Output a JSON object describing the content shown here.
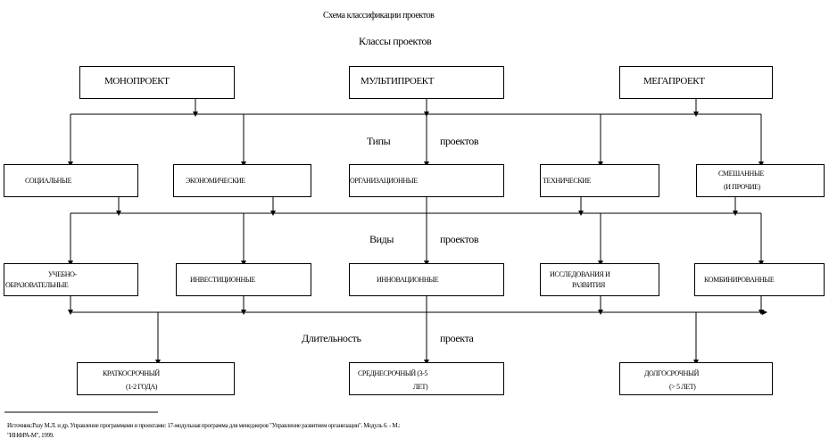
{
  "title": "Схема классификации проектов",
  "sections": {
    "classes_heading": "Классы проектов",
    "types_word1": "Типы",
    "types_word2": "проектов",
    "kinds_word1": "Виды",
    "kinds_word2": "проектов",
    "duration_word1": "Длительность",
    "duration_word2": "проекта"
  },
  "classes": [
    "МОНОПРОЕКТ",
    "МУЛЬТИПРОЕКТ",
    "МЕГАПРОЕКТ"
  ],
  "types": [
    {
      "line1": "СОЦИАЛЬНЫЕ",
      "line2": ""
    },
    {
      "line1": "ЭКОНОМИЧЕСКИЕ",
      "line2": ""
    },
    {
      "line1": "ОРГАНИЗАЦИОННЫЕ",
      "line2": ""
    },
    {
      "line1": "ТЕХНИЧЕСКИЕ",
      "line2": ""
    },
    {
      "line1": "СМЕШАННЫЕ",
      "line2": "(И ПРОЧИЕ)"
    }
  ],
  "kinds": [
    {
      "line1": "УЧЕБНО-",
      "line2": "ОБРАЗОВАТЕЛЬНЫЕ"
    },
    {
      "line1": "ИНВЕСТИЦИОННЫЕ",
      "line2": ""
    },
    {
      "line1": "ИННОВАЦИОННЫЕ",
      "line2": ""
    },
    {
      "line1": "ИССЛЕДОВАНИЯ И",
      "line2": "РАЗВИТИЯ"
    },
    {
      "line1": "КОМБИНИРОВАННЫЕ",
      "line2": ""
    }
  ],
  "durations": [
    {
      "line1": "КРАТКОСРОЧНЫЙ",
      "line2": "(1-2 ГОДА)"
    },
    {
      "line1": "СРЕДНЕСРОЧНЫЙ (3-5",
      "line2": "ЛЕТ)"
    },
    {
      "line1": "ДОЛГОСРОЧНЫЙ",
      "line2": "(> 5 ЛЕТ)"
    }
  ],
  "footnote": {
    "line1": "Источник:Разу М.Л. и др. Управление программами и проектами: 17-модульная программа для менеджеров \"Управление развитием организации\". Модуль 6. - М.:",
    "line2": "\"ИНФРА-М\", 1999."
  }
}
